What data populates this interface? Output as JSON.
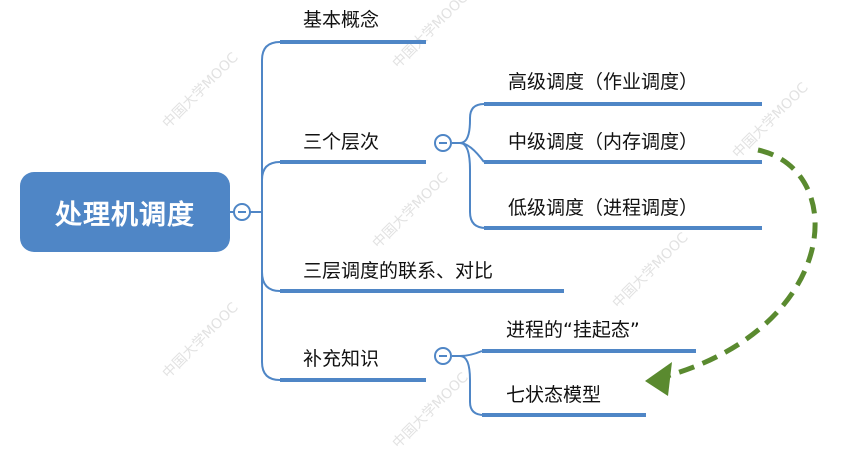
{
  "root": {
    "label": "处理机调度"
  },
  "branches": [
    {
      "label": "基本概念"
    },
    {
      "label": "三个层次"
    },
    {
      "label": "三层调度的联系、对比"
    },
    {
      "label": "补充知识"
    }
  ],
  "levels": [
    {
      "label": "高级调度（作业调度）"
    },
    {
      "label": "中级调度（内存调度）"
    },
    {
      "label": "低级调度（进程调度）"
    }
  ],
  "supplements": [
    {
      "label": "进程的“挂起态”"
    },
    {
      "label": "七状态模型"
    }
  ],
  "watermark": {
    "text": "中国大学MOOC"
  },
  "colors": {
    "branch": "#4f86c6",
    "root_fill": "#4f86c6",
    "arrow": "#5a8a2f"
  },
  "icons": {
    "collapse": "minus-circle-icon",
    "arrow": "dashed-curved-arrow-icon"
  }
}
